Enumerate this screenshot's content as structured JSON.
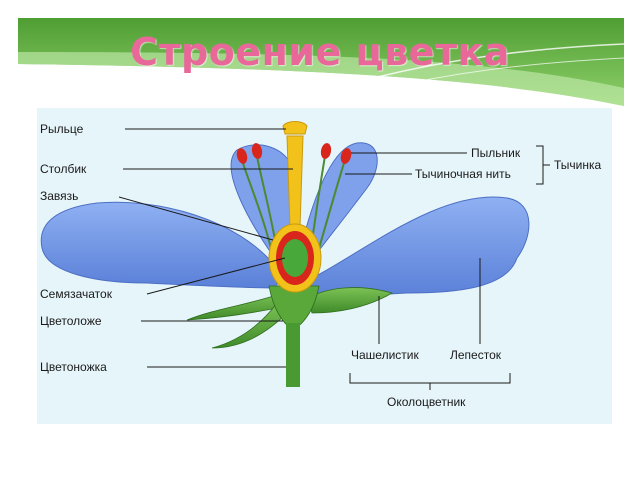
{
  "slide": {
    "title": "Строение цветка"
  },
  "labels": {
    "stigma": "Рыльце",
    "style": "Столбик",
    "ovary": "Завязь",
    "ovule": "Семязачаток",
    "receptacle": "Цветоложе",
    "pedicel": "Цветоножка",
    "anther": "Пыльник",
    "filament": "Тычиночная нить",
    "stamen": "Тычинка",
    "sepal": "Чашелистик",
    "petal": "Лепесток",
    "perianth": "Околоцветник"
  },
  "colors": {
    "title": "#e8689a",
    "banner_green": "#5aa83a",
    "petal": "#6f95e6",
    "pistil": "#f2c21b",
    "ovary_red": "#d8261c",
    "ovule_green": "#49a83a",
    "leaf_green": "#4a9a34",
    "panel": "#e6f5fa"
  }
}
